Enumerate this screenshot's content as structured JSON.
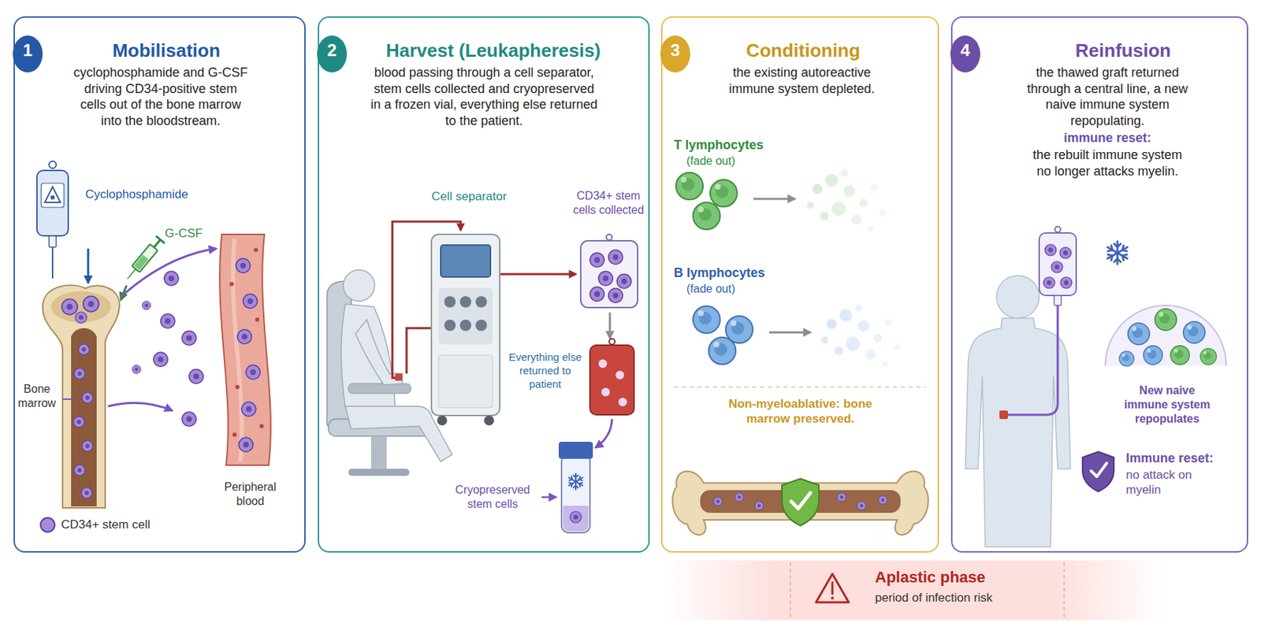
{
  "diagram": {
    "nodes": [
      {
        "text": [
          "Mobilisation",
          "cyclophosphamide and G-CSF driving CD34-positive stem cells out of the bone marrow into the bloodstream."
        ]
      },
      {
        "text": [
          "1"
        ],
        "in": 0
      },
      {
        "text": [
          "Harvest (Leukapheresis)",
          "blood passing through a cell separator, stem cells collected and cryopreserved in a frozen vial, everything else returned to the patient."
        ]
      },
      {
        "text": [
          "2"
        ],
        "in": 2
      },
      {
        "text": [
          "Conditioning",
          "the existing autoreactive immune system depleted."
        ]
      },
      {
        "text": [
          "3"
        ],
        "in": 4
      },
      {
        "text": [
          "Reinfusion",
          "the thawed graft returned through a central line, a new naive immune system repopulating.",
          "immune reset:",
          "the rebuilt immune system no longer attacks myelin."
        ]
      },
      {
        "text": [
          "4"
        ],
        "in": 6
      },
      {
        "text": [
          "Aplastic phase",
          "period of infection risk"
        ]
      }
    ],
    "labels": [
      "Cyclophosphamide",
      "G-CSF",
      "Bone marrow",
      "Peripheral blood",
      "Cell separator",
      "CD34+ stem cells collected",
      "Everything else returned to patient",
      "Cryopreserved stem cells",
      "T lymphocytes",
      "(fade out)",
      "B lymphocytes",
      "(fade out)",
      "Non-myeloablative: bone marrow preserved.",
      "New naive immune system repopulates",
      "Immune reset:",
      "no attack on myelin"
    ],
    "legend": [
      {
        "text": "CD34+ stem cell",
        "color": "#a58ad8"
      }
    ]
  }
}
